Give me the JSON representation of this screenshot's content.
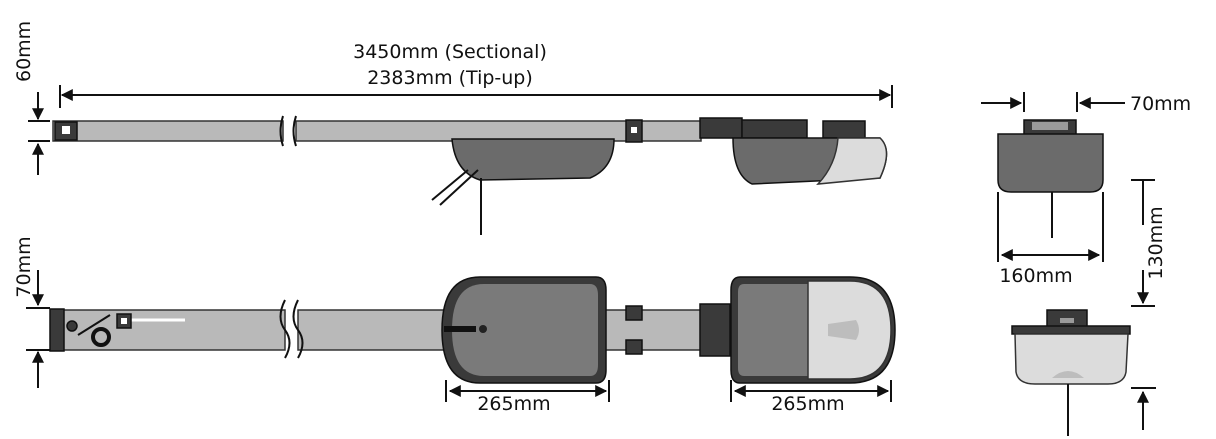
{
  "labels": {
    "top_length_sectional": "3450mm (Sectional)",
    "top_length_tipup": "2383mm (Tip-up)",
    "left_top_height": "60mm",
    "left_rail_height": "70mm",
    "bottom_unit_left_width": "265mm",
    "bottom_unit_right_width": "265mm",
    "right_top_width": "70mm",
    "right_unit_width": "160mm",
    "right_unit_height": "130mm"
  },
  "colors": {
    "dark_grey": "#3a3a3a",
    "mid_grey": "#6b6b6b",
    "light_grey": "#dcdcdc",
    "rail_grey": "#b9b9b9"
  }
}
